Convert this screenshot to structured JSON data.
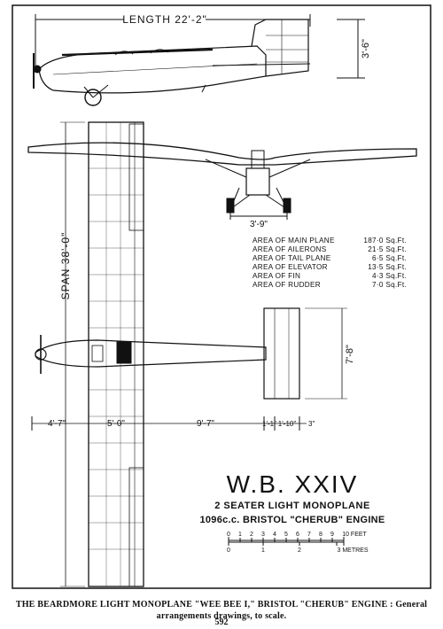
{
  "dimensions": {
    "length": "LENGTH 22'-2\"",
    "height": "3'-6\"",
    "track": "3'-9\"",
    "span": "SPAN 38'-0\"",
    "tail_span": "7'-8\"",
    "bottom": [
      "4'-7\"",
      "5'-0\"",
      "9'-7\"",
      "1'-1\"",
      "1'-10\"",
      "3\""
    ]
  },
  "areas": [
    {
      "label": "AREA OF MAIN PLANE",
      "value": "187·0 Sq.Ft."
    },
    {
      "label": "AREA OF AILERONS",
      "value": "21·5 Sq.Ft."
    },
    {
      "label": "AREA OF TAIL PLANE",
      "value": "6·5 Sq.Ft."
    },
    {
      "label": "AREA OF ELEVATOR",
      "value": "13·5 Sq.Ft."
    },
    {
      "label": "AREA OF FIN",
      "value": "4·3 Sq.Ft."
    },
    {
      "label": "AREA OF RUDDER",
      "value": "7·0 Sq.Ft."
    }
  ],
  "title": {
    "main": "W.B. XXIV",
    "line2": "2 SEATER LIGHT MONOPLANE",
    "line3": "1096c.c. BRISTOL \"CHERUB\" ENGINE"
  },
  "scale": {
    "feet_ticks": [
      "0",
      "1",
      "2",
      "3",
      "4",
      "5",
      "6",
      "7",
      "8",
      "9",
      "10 FEET"
    ],
    "metre_ticks": [
      "0",
      "1",
      "2",
      "3 METRES"
    ]
  },
  "caption": "THE BEARDMORE LIGHT MONOPLANE \"WEE BEE I,\" BRISTOL \"CHERUB\" ENGINE : General arrangements drawings, to scale.",
  "page_number": "592"
}
